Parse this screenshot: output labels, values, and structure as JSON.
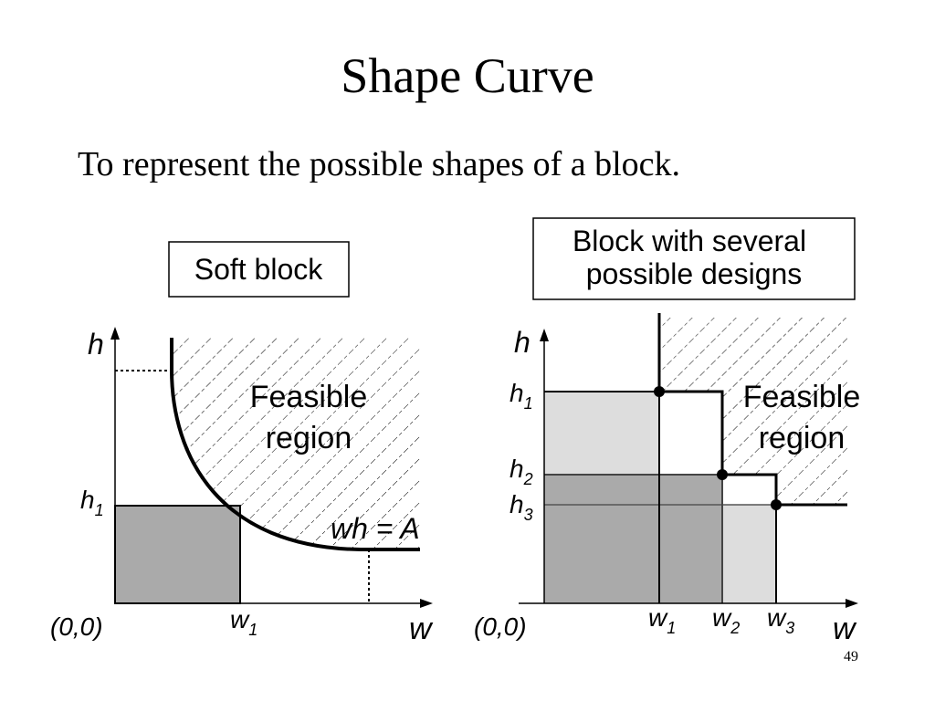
{
  "slide": {
    "title": "Shape Curve",
    "subtitle": "To represent the possible shapes of a block.",
    "page_number": "49"
  },
  "left_diagram": {
    "box_label": "Soft block",
    "axis_y": "h",
    "axis_x": "w",
    "origin": "(0,0)",
    "h_label": "h",
    "h_sub": "1",
    "w_label": "w",
    "w_sub": "1",
    "region_line1": "Feasible",
    "region_line2": "region",
    "equation": "wh = A"
  },
  "right_diagram": {
    "box_line1": "Block with several",
    "box_line2": "possible designs",
    "axis_y": "h",
    "axis_x": "w",
    "origin": "(0,0)",
    "h_labels": [
      {
        "base": "h",
        "sub": "1"
      },
      {
        "base": "h",
        "sub": "2"
      },
      {
        "base": "h",
        "sub": "3"
      }
    ],
    "w_labels": [
      {
        "base": "w",
        "sub": "1"
      },
      {
        "base": "w",
        "sub": "2"
      },
      {
        "base": "w",
        "sub": "3"
      }
    ],
    "region_line1": "Feasible",
    "region_line2": "region"
  },
  "colors": {
    "dark_fill": "#aaaaaa",
    "light_fill": "#dddddd",
    "line": "#000000"
  }
}
